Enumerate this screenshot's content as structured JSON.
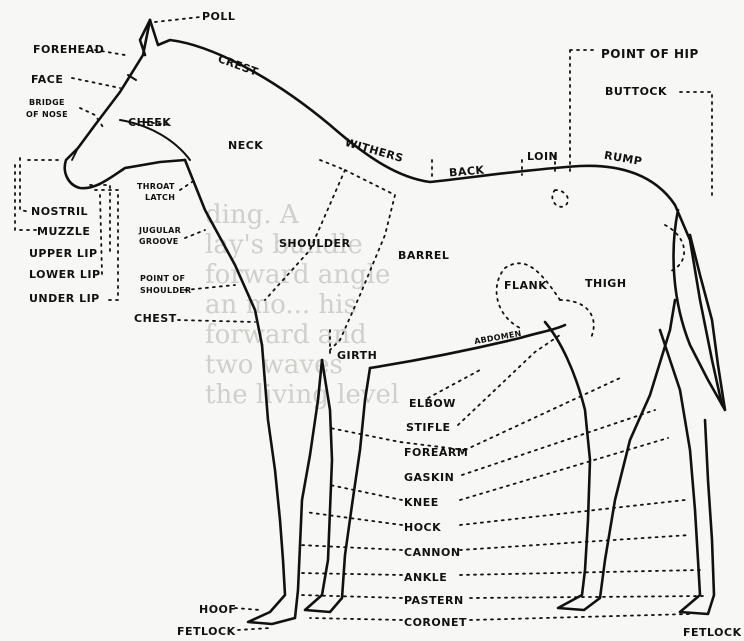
{
  "labels": {
    "poll": "POLL",
    "forehead": "FOREHEAD",
    "crest": "CREST",
    "face": "FACE",
    "bridge_of_nose_1": "BRIDGE",
    "bridge_of_nose_2": "OF NOSE",
    "cheek": "CHEEK",
    "neck": "NECK",
    "withers": "WITHERS",
    "back": "BACK",
    "loin": "LOIN",
    "rump": "RUMP",
    "point_of_hip": "POINT OF HIP",
    "buttock": "BUTTOCK",
    "throat_latch_1": "THROAT",
    "throat_latch_2": "LATCH",
    "nostril": "NOSTRIL",
    "muzzle": "MUZZLE",
    "upper_lip": "UPPER LIP",
    "lower_lip": "LOWER LIP",
    "under_lip": "UNDER LIP",
    "jugular_groove_1": "JUGULAR",
    "jugular_groove_2": "GROOVE",
    "shoulder": "SHOULDER",
    "barrel": "BARREL",
    "point_of_shoulder_1": "POINT OF",
    "point_of_shoulder_2": "SHOULDER",
    "chest": "CHEST",
    "flank": "FLANK",
    "thigh": "THIGH",
    "abdomen": "ABDOMEN",
    "girth": "GIRTH",
    "elbow": "ELBOW",
    "stifle": "STIFLE",
    "forearm": "FOREARM",
    "gaskin": "GASKIN",
    "knee": "KNEE",
    "hock": "HOCK",
    "cannon": "CANNON",
    "ankle": "ANKLE",
    "pastern": "PASTERN",
    "coronet": "CORONET",
    "hoof": "HOOF",
    "fetlock_left": "FETLOCK",
    "fetlock_right": "FETLOCK"
  }
}
